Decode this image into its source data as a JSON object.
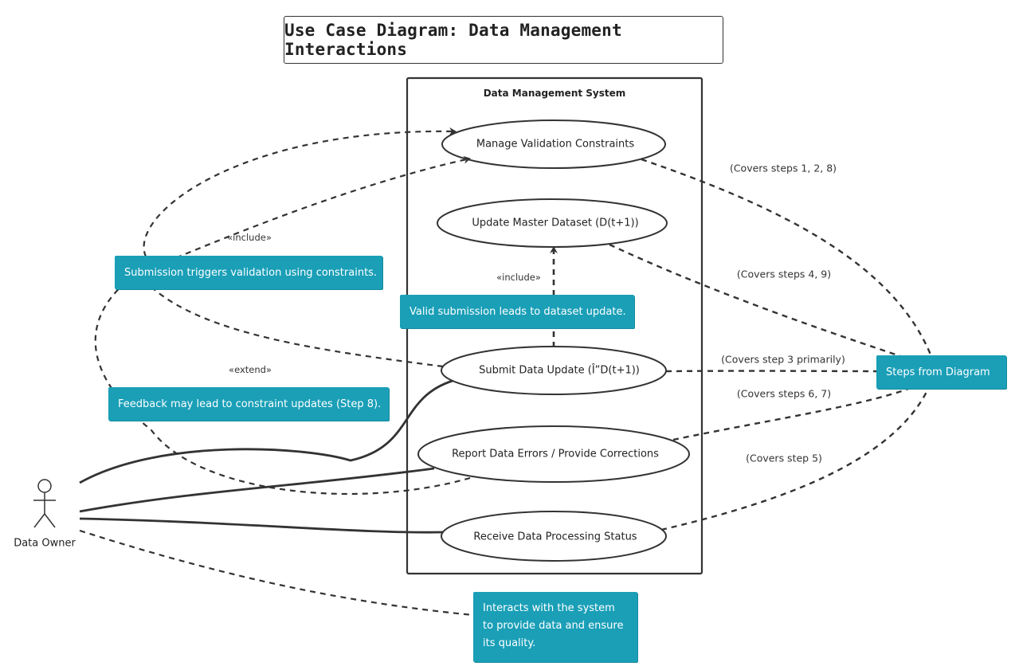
{
  "title": "Use Case Diagram: Data Management Interactions",
  "system": {
    "label": "Data Management System"
  },
  "actor": {
    "label": "Data Owner"
  },
  "use_cases": [
    {
      "label": "Manage Validation Constraints"
    },
    {
      "label": "Update Master Dataset (D(t+1))"
    },
    {
      "label": "Submit Data Update (Î”D(t+1))"
    },
    {
      "label": "Report Data Errors / Provide Corrections"
    },
    {
      "label": "Receive Data Processing Status"
    }
  ],
  "notes": {
    "submission_validation": "Submission triggers validation using constraints.",
    "valid_submission": "Valid submission leads to dataset update.",
    "feedback": "Feedback may lead to constraint updates (Step 8).",
    "steps_from_diagram": "Steps from Diagram",
    "actor_note": "Interacts with the system to provide data and ensure its quality."
  },
  "stereotypes": {
    "include_1": "«include»",
    "include_2": "«include»",
    "extend": "«extend»"
  },
  "edge_labels": {
    "steps_1_2_8": "(Covers steps 1, 2, 8)",
    "steps_4_9": "(Covers steps 4, 9)",
    "step_3": "(Covers step 3 primarily)",
    "steps_6_7": "(Covers steps 6, 7)",
    "step_5": "(Covers step 5)"
  },
  "colors": {
    "note_fill": "#1a9fb7",
    "line": "#333333",
    "background": "#ffffff"
  }
}
